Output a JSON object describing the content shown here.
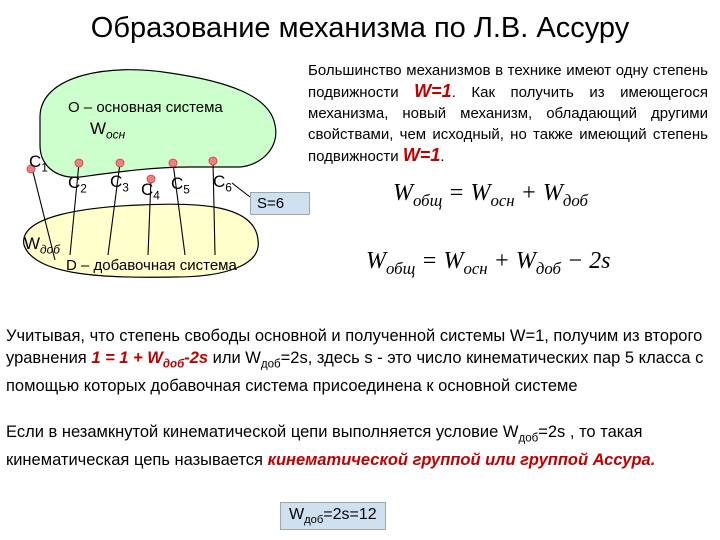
{
  "title": "Образование механизма по Л.В. Ассуру",
  "intro": {
    "t1": "Большинство механизмов в технике имеют одну степень подвижности ",
    "w1": "W=1",
    "t2": ". Как получить из имеющегося механизма, новый механизм, обладающий другими свойствами, чем исходный, но также имеющий степень подвижности ",
    "w2": "W=1",
    "t3": "."
  },
  "diagram": {
    "base_label": "О – основная система",
    "w_osn_main": "W",
    "w_osn_sub": "осн",
    "add_label": "D – добавочная система",
    "w_dob_main": "W",
    "w_dob_sub": "доб",
    "c1": "C",
    "c1_sub": "1",
    "c2": "C",
    "c2_sub": "2",
    "c3": "C",
    "c3_sub": "3",
    "c4": "C",
    "c4_sub": "4",
    "c5": "C",
    "c5_sub": "5",
    "c6": "C",
    "c6_sub": "6",
    "s_label": "S=6",
    "base_color": "#ccffcc",
    "add_color": "#ffffcc",
    "joint_color": "#f08080"
  },
  "formulas": {
    "f1_lhs": "W",
    "f1_lhs_sub": "общ",
    "f1_eq": " = W",
    "f1_osn_sub": "осн",
    "f1_plus": " + W",
    "f1_dob_sub": "доб",
    "f2_lhs": "W",
    "f2_lhs_sub": "общ",
    "f2_eq": " = W",
    "f2_osn_sub": "осн",
    "f2_plus": " + W",
    "f2_dob_sub": "доб",
    "f2_tail": " − 2s"
  },
  "para1": {
    "a": "Учитывая, что степень свободы основной и полученной системы W=1, получим из второго уравнения ",
    "b": "1 = 1 + W",
    "b_sub": "доб",
    "c": "-2s",
    "d": " или W",
    "d_sub": "доб",
    "e": "=2s, здесь  s - это число кинематических пар 5 класса с помощью которых добавочная система присоединена к основной системе"
  },
  "para2": {
    "a": "Если в незамкнутой кинематической цепи выполняется условие W",
    "a_sub": "доб",
    "b": "=2s , то такая кинематическая цепь называется ",
    "c": "кинематической группой или группой Ассура."
  },
  "result": {
    "main": "W",
    "sub": "доб",
    "tail": "=2s=12"
  }
}
